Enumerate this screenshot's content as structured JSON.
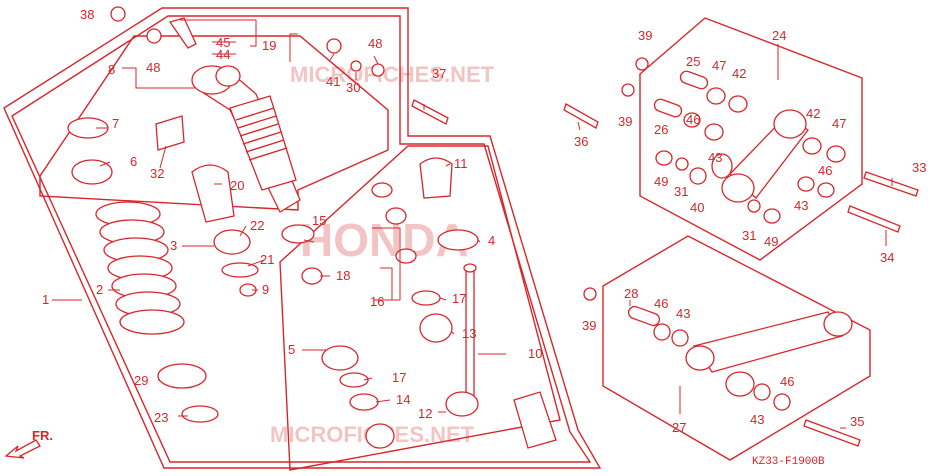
{
  "diagram": {
    "code": "KZ33-F1900B",
    "direction_label": "FR.",
    "watermark_top": "MICROFICHES.NET",
    "watermark_mid": "HONDA",
    "watermark_bottom": "MICROFICHES.NET",
    "color": "#d8262b",
    "labels": {
      "l1": "1",
      "l2": "2",
      "l3": "3",
      "l4": "4",
      "l5": "5",
      "l6": "6",
      "l7": "7",
      "l8": "8",
      "l9": "9",
      "l10": "10",
      "l11": "11",
      "l12": "12",
      "l13": "13",
      "l14": "14",
      "l15": "15",
      "l16": "16",
      "l17a": "17",
      "l17b": "17",
      "l18": "18",
      "l19": "19",
      "l20": "20",
      "l21": "21",
      "l22": "22",
      "l23": "23",
      "l24": "24",
      "l25": "25",
      "l26": "26",
      "l27": "27",
      "l28": "28",
      "l29": "29",
      "l30": "30",
      "l31a": "31",
      "l31b": "31",
      "l32": "32",
      "l33": "33",
      "l34": "34",
      "l35": "35",
      "l36": "36",
      "l37": "37",
      "l38": "38",
      "l39a": "39",
      "l39b": "39",
      "l39c": "39",
      "l40": "40",
      "l41": "41",
      "l42a": "42",
      "l42b": "42",
      "l43a": "43",
      "l43b": "43",
      "l43c": "43",
      "l43d": "43",
      "l44": "44",
      "l45": "45",
      "l46a": "46",
      "l46b": "46",
      "l46c": "46",
      "l46d": "46",
      "l47a": "47",
      "l47b": "47",
      "l48a": "48",
      "l48b": "48",
      "l49a": "49",
      "l49b": "49"
    }
  }
}
